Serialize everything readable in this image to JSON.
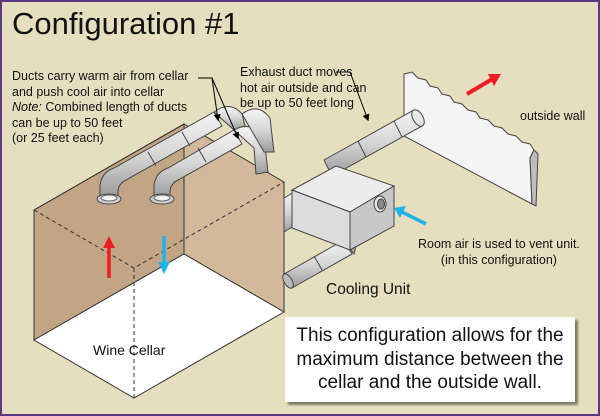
{
  "title": "Configuration #1",
  "labels": {
    "ducts_note": {
      "line1": "Ducts carry warm air from cellar",
      "line2": "and push cool air into cellar",
      "note_prefix": "Note:",
      "line3_rest": " Combined length of ducts",
      "line4": "can be up to 50 feet",
      "line5": "(or 25 feet each)"
    },
    "exhaust_note": {
      "line1": "Exhaust duct moves",
      "line2": "hot air outside and can",
      "line3": "be up to 50 feet long"
    },
    "outside_wall": "outside wall",
    "room_air": {
      "line1": "Room air is used to vent unit.",
      "line2": "(in this configuration)"
    },
    "cooling_unit": "Cooling Unit",
    "wine_cellar": "Wine Cellar"
  },
  "callout": {
    "line1": "This configuration allows for the",
    "line2": "maximum distance between the",
    "line3": "cellar and the outside wall."
  },
  "colors": {
    "background": "#e6dfbf",
    "border": "#5c3a86",
    "cellar_wall": "#c4a88a",
    "cellar_wall_right": "#d2b79a",
    "floor": "#ffffff",
    "duct": "#d9d9d9",
    "hot_arrow": "#ee1c24",
    "cold_arrow": "#1fb3e6"
  },
  "icons": {
    "hot_air": "red-arrow",
    "cool_air": "blue-arrow",
    "vent_intake": "blue-arrow",
    "exhaust_out": "red-arrow"
  }
}
